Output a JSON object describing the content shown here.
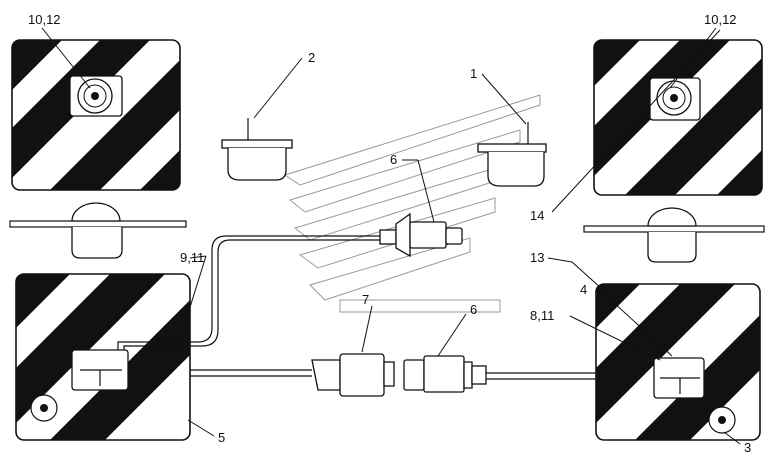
{
  "labels": {
    "top_left_reflector": "10,12",
    "top_right_reflector": "10,12",
    "item_1": "1",
    "item_2": "2",
    "item_3": "3",
    "item_4": "4",
    "item_5": "5",
    "item_6_upper": "6",
    "item_6_lower": "6",
    "item_7": "7",
    "item_8_11": "8,11",
    "item_9_11": "9,11",
    "item_13": "13",
    "item_14": "14"
  }
}
